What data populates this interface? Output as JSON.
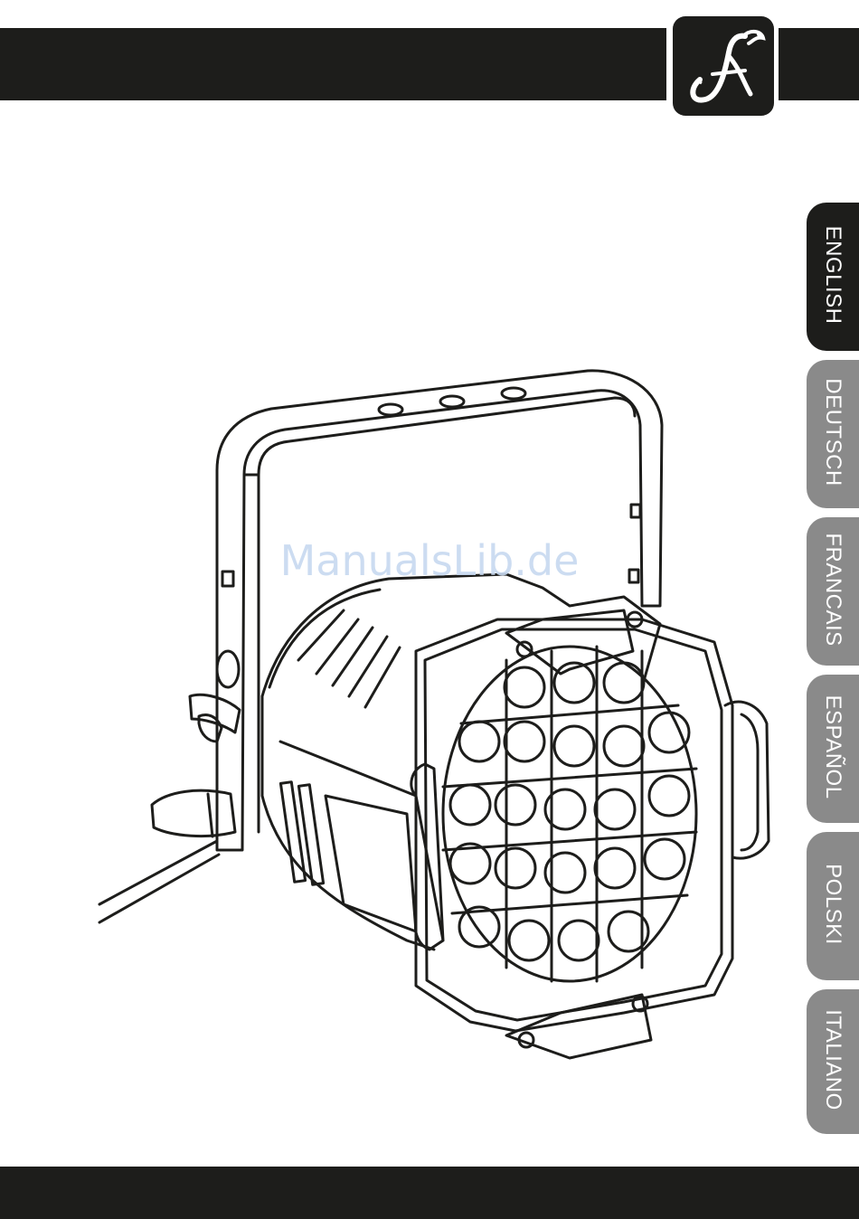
{
  "header": {
    "logo_icon": "brand-logo-icon"
  },
  "languages": [
    {
      "label": "ENGLISH",
      "active": true
    },
    {
      "label": "DEUTSCH",
      "active": false
    },
    {
      "label": "FRANCAIS",
      "active": false
    },
    {
      "label": "ESPAÑOL",
      "active": false
    },
    {
      "label": "POLSKI",
      "active": false
    },
    {
      "label": "ITALIANO",
      "active": false
    }
  ],
  "watermark": "ManualsLib.de",
  "illustration": {
    "icon": "led-par-spotlight-icon"
  },
  "colors": {
    "bar": "#1d1d1b",
    "tab_active": "#1d1d1b",
    "tab_inactive": "#8a8a8a"
  }
}
